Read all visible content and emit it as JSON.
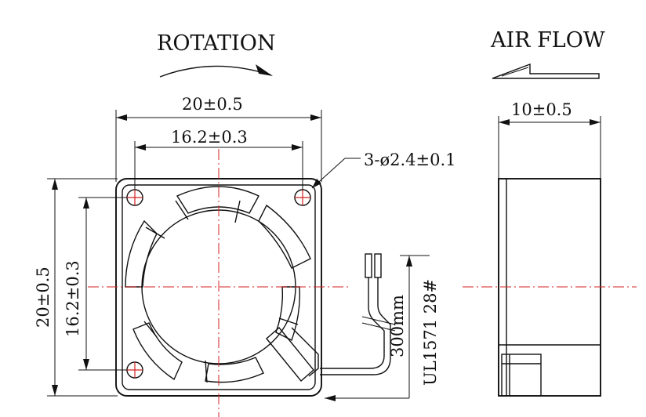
{
  "labels": {
    "rotation": "ROTATION",
    "air_flow": "AIR FLOW",
    "frame_width": "20±0.5",
    "hole_spacing_h": "16.2±0.3",
    "hole_callout": "3-ø2.4±0.1",
    "frame_height": "20±0.5",
    "hole_spacing_v": "16.2±0.3",
    "depth": "10±0.5",
    "wire_length": "300mm",
    "wire_spec": "UL1571 28#"
  },
  "colors": {
    "lines": "#111111",
    "center_lines": "#d42020"
  }
}
